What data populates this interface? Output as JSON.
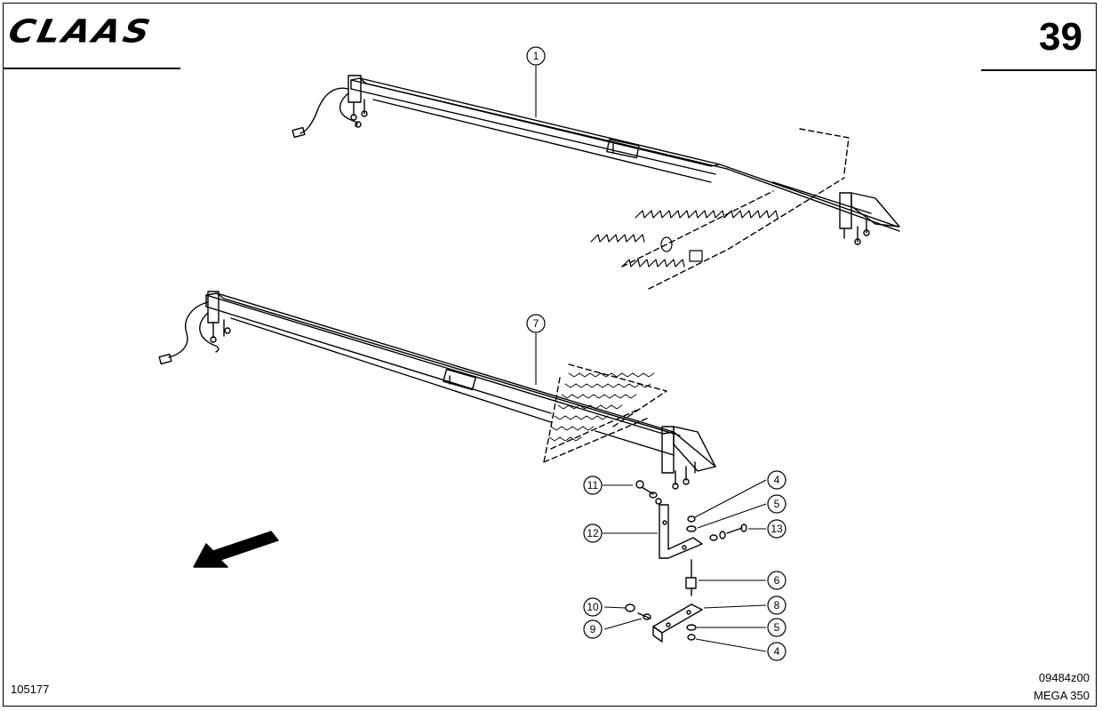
{
  "header": {
    "brand": "CLAAS",
    "page_number": "39"
  },
  "footer": {
    "drawing_id": "105177",
    "ref_code": "09484z00",
    "model": "MEGA 350"
  },
  "callouts": {
    "c1": "1",
    "c7": "7",
    "c11": "11",
    "c12": "12",
    "c4a": "4",
    "c5a": "5",
    "c13": "13",
    "c6": "6",
    "c10": "10",
    "c8": "8",
    "c9": "9",
    "c5b": "5",
    "c4b": "4"
  },
  "colors": {
    "ink": "#000000",
    "paper": "#ffffff"
  }
}
